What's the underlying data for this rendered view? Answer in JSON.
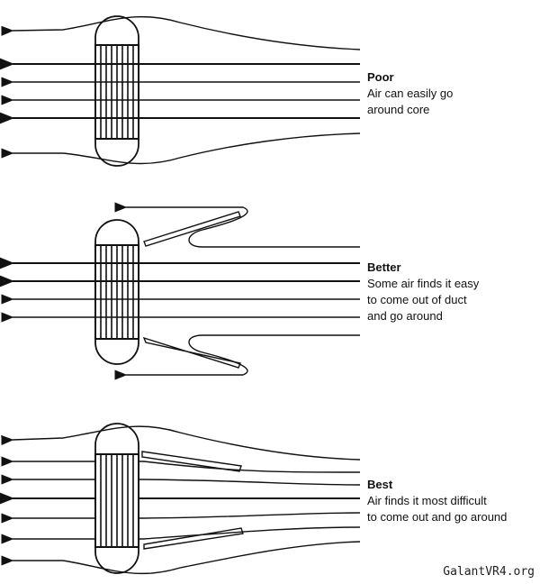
{
  "panels": [
    {
      "id": "poor",
      "title": "Poor",
      "lines": [
        "Air can easily go",
        "around core"
      ]
    },
    {
      "id": "better",
      "title": "Better",
      "lines": [
        "Some air finds it easy",
        "to come out of duct",
        "and go around"
      ]
    },
    {
      "id": "best",
      "title": "Best",
      "lines": [
        "Air finds it most difficult",
        "to come out and go around"
      ]
    }
  ],
  "watermark": "GalantVR4.org",
  "colors": {
    "ink": "#111111",
    "background": "#ffffff"
  }
}
